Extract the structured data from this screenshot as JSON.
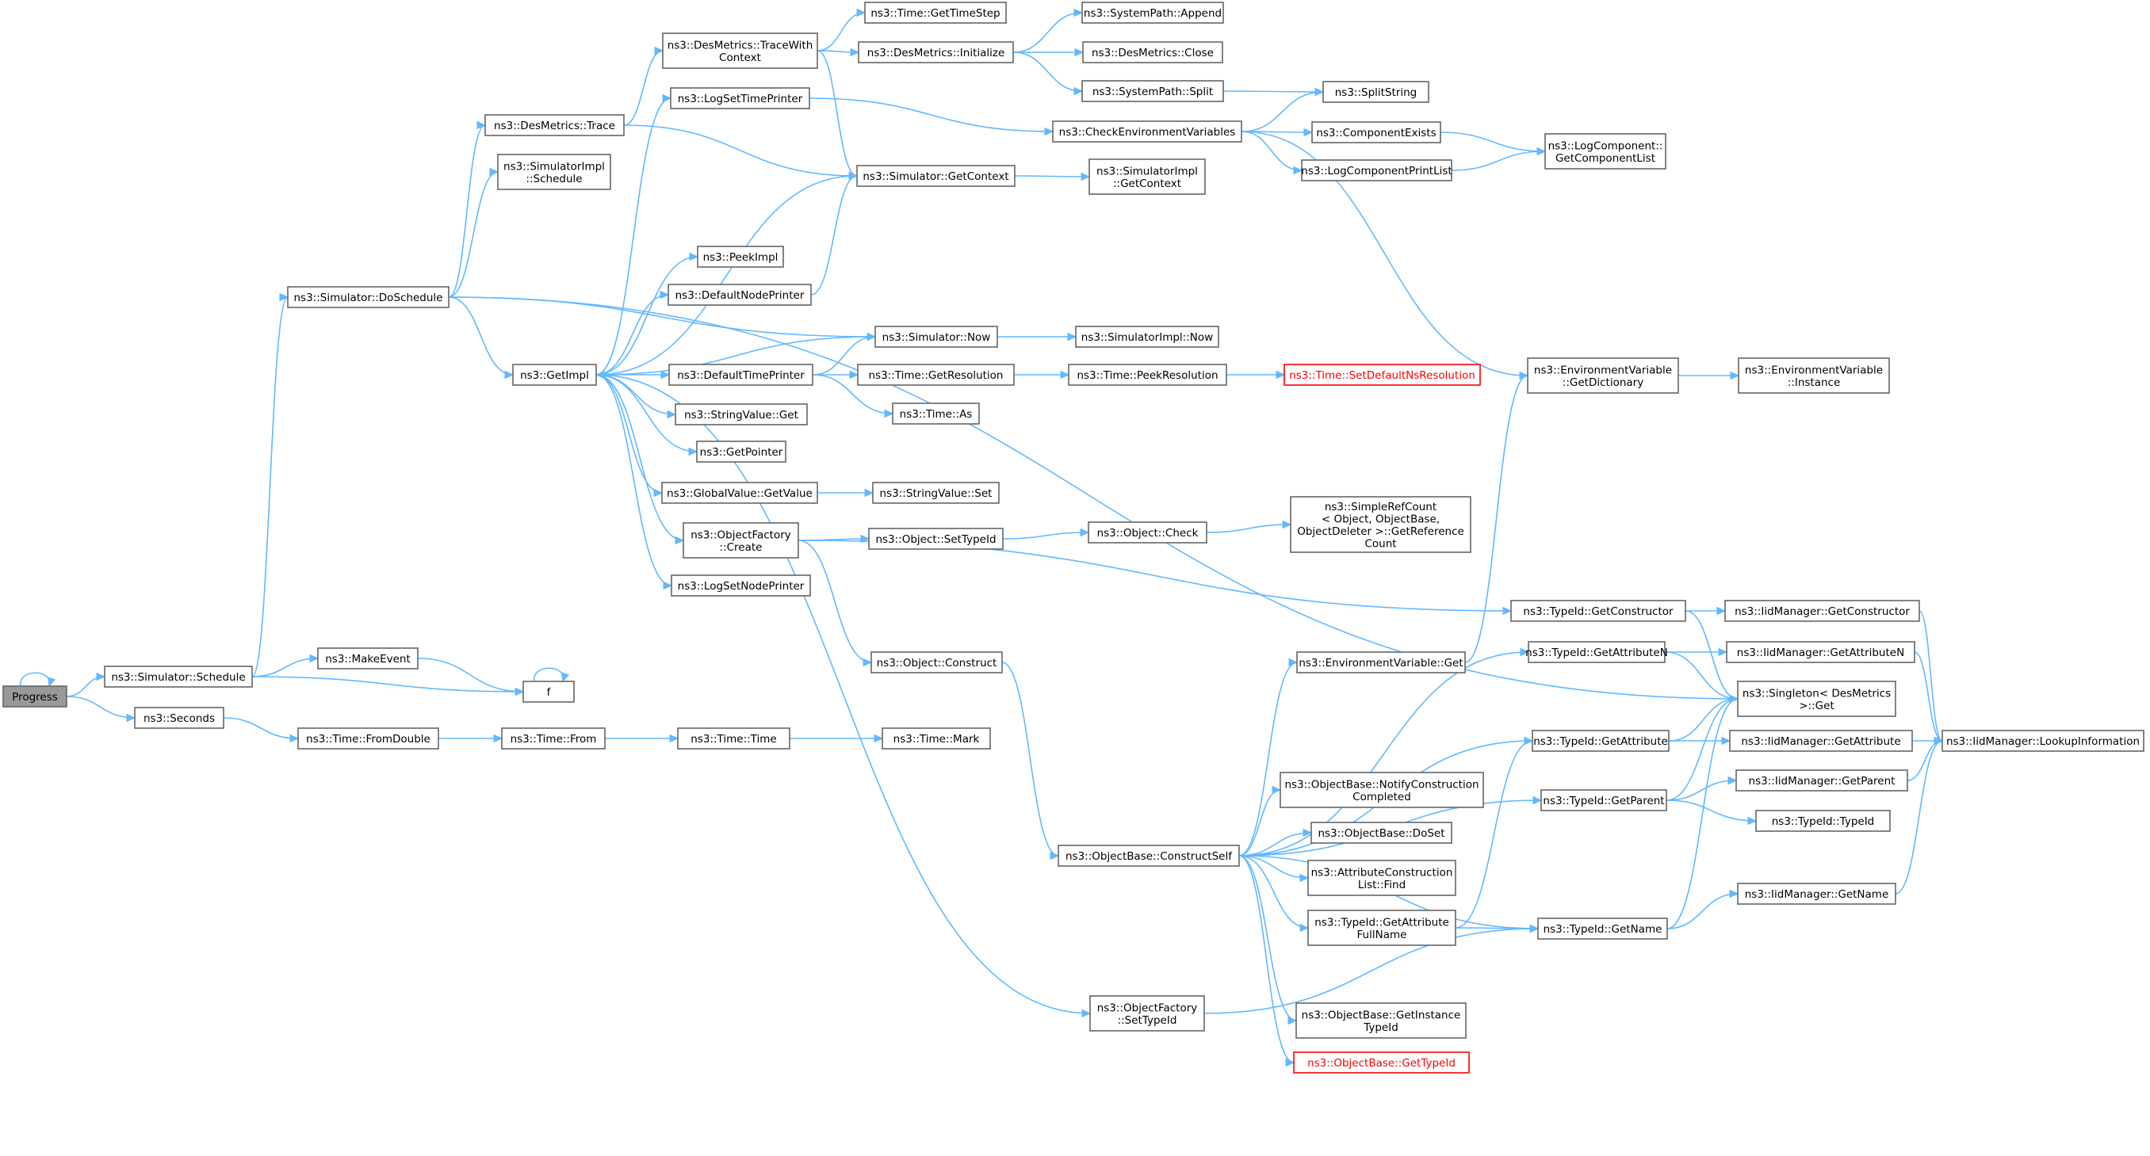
{
  "diagram": {
    "nodes": [
      {
        "id": "progress",
        "label": [
          "Progress"
        ],
        "root": true
      },
      {
        "id": "sim_schedule",
        "label": [
          "ns3::Simulator::Schedule"
        ]
      },
      {
        "id": "seconds",
        "label": [
          "ns3::Seconds"
        ]
      },
      {
        "id": "sim_doschedule",
        "label": [
          "ns3::Simulator::DoSchedule"
        ]
      },
      {
        "id": "makeevent",
        "label": [
          "ns3::MakeEvent"
        ]
      },
      {
        "id": "f",
        "label": [
          "f"
        ]
      },
      {
        "id": "time_fromdouble",
        "label": [
          "ns3::Time::FromDouble"
        ]
      },
      {
        "id": "time_from",
        "label": [
          "ns3::Time::From"
        ]
      },
      {
        "id": "time_time",
        "label": [
          "ns3::Time::Time"
        ]
      },
      {
        "id": "time_mark",
        "label": [
          "ns3::Time::Mark"
        ]
      },
      {
        "id": "desmetrics_trace",
        "label": [
          "ns3::DesMetrics::Trace"
        ]
      },
      {
        "id": "simimpl_schedule",
        "label": [
          "ns3::SimulatorImpl",
          "::Schedule"
        ]
      },
      {
        "id": "getimpl",
        "label": [
          "ns3::GetImpl"
        ]
      },
      {
        "id": "desmetrics_tracewith",
        "label": [
          "ns3::DesMetrics::TraceWith",
          "Context"
        ]
      },
      {
        "id": "logsettimeprinter",
        "label": [
          "ns3::LogSetTimePrinter"
        ]
      },
      {
        "id": "peekimpl",
        "label": [
          "ns3::PeekImpl"
        ]
      },
      {
        "id": "defaultnodeprinter",
        "label": [
          "ns3::DefaultNodePrinter"
        ]
      },
      {
        "id": "defaulttimeprinter",
        "label": [
          "ns3::DefaultTimePrinter"
        ]
      },
      {
        "id": "stringvalue_get",
        "label": [
          "ns3::StringValue::Get"
        ]
      },
      {
        "id": "getpointer",
        "label": [
          "ns3::GetPointer"
        ]
      },
      {
        "id": "globalvalue_getvalue",
        "label": [
          "ns3::GlobalValue::GetValue"
        ]
      },
      {
        "id": "objectfactory_create",
        "label": [
          "ns3::ObjectFactory",
          "::Create"
        ]
      },
      {
        "id": "logsetnodeprinter",
        "label": [
          "ns3::LogSetNodePrinter"
        ]
      },
      {
        "id": "time_gettimestep",
        "label": [
          "ns3::Time::GetTimeStep"
        ]
      },
      {
        "id": "desmetrics_initialize",
        "label": [
          "ns3::DesMetrics::Initialize"
        ]
      },
      {
        "id": "sim_getcontext",
        "label": [
          "ns3::Simulator::GetContext"
        ]
      },
      {
        "id": "sim_now",
        "label": [
          "ns3::Simulator::Now"
        ]
      },
      {
        "id": "time_getresolution",
        "label": [
          "ns3::Time::GetResolution"
        ]
      },
      {
        "id": "time_as",
        "label": [
          "ns3::Time::As"
        ]
      },
      {
        "id": "stringvalue_set",
        "label": [
          "ns3::StringValue::Set"
        ]
      },
      {
        "id": "object_settypeid",
        "label": [
          "ns3::Object::SetTypeId"
        ]
      },
      {
        "id": "object_construct",
        "label": [
          "ns3::Object::Construct"
        ]
      },
      {
        "id": "systempath_append",
        "label": [
          "ns3::SystemPath::Append"
        ]
      },
      {
        "id": "desmetrics_close",
        "label": [
          "ns3::DesMetrics::Close"
        ]
      },
      {
        "id": "systempath_split",
        "label": [
          "ns3::SystemPath::Split"
        ]
      },
      {
        "id": "checkenvvars",
        "label": [
          "ns3::CheckEnvironmentVariables"
        ]
      },
      {
        "id": "simimpl_getcontext",
        "label": [
          "ns3::SimulatorImpl",
          "::GetContext"
        ]
      },
      {
        "id": "simimpl_now",
        "label": [
          "ns3::SimulatorImpl::Now"
        ]
      },
      {
        "id": "time_peekresolution",
        "label": [
          "ns3::Time::PeekResolution"
        ]
      },
      {
        "id": "object_check",
        "label": [
          "ns3::Object::Check"
        ]
      },
      {
        "id": "objectbase_constructself",
        "label": [
          "ns3::ObjectBase::ConstructSelf"
        ]
      },
      {
        "id": "objectfactory_settypeid",
        "label": [
          "ns3::ObjectFactory",
          "::SetTypeId"
        ]
      },
      {
        "id": "time_setdefaultns",
        "label": [
          "ns3::Time::SetDefaultNsResolution"
        ],
        "red": true
      },
      {
        "id": "splitstring",
        "label": [
          "ns3::SplitString"
        ]
      },
      {
        "id": "componentexists",
        "label": [
          "ns3::ComponentExists"
        ]
      },
      {
        "id": "logcomponentprintlist",
        "label": [
          "ns3::LogComponentPrintList"
        ]
      },
      {
        "id": "simplerefcount",
        "label": [
          "ns3::SimpleRefCount",
          "< Object, ObjectBase,",
          "ObjectDeleter >::GetReference",
          "Count"
        ]
      },
      {
        "id": "envvar_get",
        "label": [
          "ns3::EnvironmentVariable::Get"
        ]
      },
      {
        "id": "ob_notifyconstruction",
        "label": [
          "ns3::ObjectBase::NotifyConstruction",
          "Completed"
        ]
      },
      {
        "id": "ob_doset",
        "label": [
          "ns3::ObjectBase::DoSet"
        ]
      },
      {
        "id": "attrconstructionlist_find",
        "label": [
          "ns3::AttributeConstruction",
          "List::Find"
        ]
      },
      {
        "id": "typeid_getattributefullname",
        "label": [
          "ns3::TypeId::GetAttribute",
          "FullName"
        ]
      },
      {
        "id": "ob_getinstancetypeid",
        "label": [
          "ns3::ObjectBase::GetInstance",
          "TypeId"
        ]
      },
      {
        "id": "ob_gettypeid",
        "label": [
          "ns3::ObjectBase::GetTypeId"
        ],
        "red": true
      },
      {
        "id": "logcomponent_getlist",
        "label": [
          "ns3::LogComponent::",
          "GetComponentList"
        ]
      },
      {
        "id": "envvar_getdictionary",
        "label": [
          "ns3::EnvironmentVariable",
          "::GetDictionary"
        ]
      },
      {
        "id": "typeid_getconstructor",
        "label": [
          "ns3::TypeId::GetConstructor"
        ]
      },
      {
        "id": "typeid_getattributen",
        "label": [
          "ns3::TypeId::GetAttributeN"
        ]
      },
      {
        "id": "typeid_getattribute",
        "label": [
          "ns3::TypeId::GetAttribute"
        ]
      },
      {
        "id": "typeid_getparent",
        "label": [
          "ns3::TypeId::GetParent"
        ]
      },
      {
        "id": "typeid_getname",
        "label": [
          "ns3::TypeId::GetName"
        ]
      },
      {
        "id": "envvar_instance",
        "label": [
          "ns3::EnvironmentVariable",
          "::Instance"
        ]
      },
      {
        "id": "iid_getconstructor",
        "label": [
          "ns3::IidManager::GetConstructor"
        ]
      },
      {
        "id": "iid_getattributen",
        "label": [
          "ns3::IidManager::GetAttributeN"
        ]
      },
      {
        "id": "singleton_get",
        "label": [
          "ns3::Singleton< DesMetrics",
          ">::Get"
        ]
      },
      {
        "id": "iid_getattribute",
        "label": [
          "ns3::IidManager::GetAttribute"
        ]
      },
      {
        "id": "iid_getparent",
        "label": [
          "ns3::IidManager::GetParent"
        ]
      },
      {
        "id": "typeid_typeid",
        "label": [
          "ns3::TypeId::TypeId"
        ]
      },
      {
        "id": "iid_getname",
        "label": [
          "ns3::IidManager::GetName"
        ]
      },
      {
        "id": "iid_lookupinfo",
        "label": [
          "ns3::IidManager::LookupInformation"
        ]
      }
    ]
  }
}
